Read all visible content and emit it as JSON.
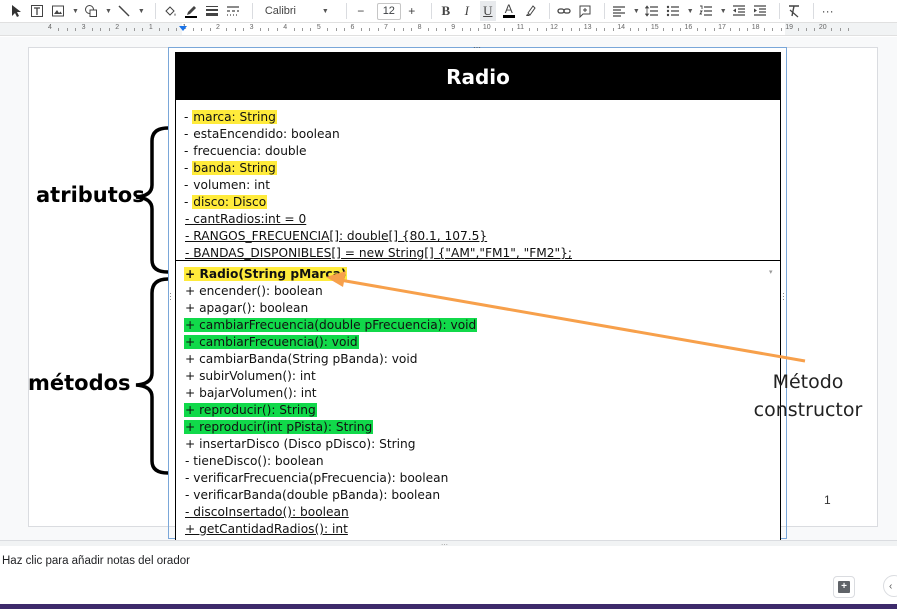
{
  "toolbar": {
    "font_name": "Calibri",
    "font_size": "12",
    "minus": "−",
    "plus": "+",
    "bold": "B",
    "italic": "I",
    "underline": "U",
    "text_color": "A",
    "more": "···",
    "icons": [
      "select-arrow-icon",
      "textbox-icon",
      "image-icon",
      "shape-icon",
      "line-icon",
      "fill-color-icon",
      "border-color-icon",
      "border-weight-icon",
      "border-dash-icon",
      "highlight-icon",
      "link-icon",
      "comment-icon",
      "align-icon",
      "line-spacing-icon",
      "bulleted-list-icon",
      "numbered-list-icon",
      "indent-decrease-icon",
      "indent-increase-icon",
      "clear-format-icon"
    ]
  },
  "ruler": {
    "numbers": [
      "4",
      "3",
      "2",
      "1",
      "1",
      "2",
      "3",
      "4",
      "5",
      "6",
      "7",
      "8",
      "9",
      "10",
      "11",
      "12",
      "13",
      "14",
      "15",
      "16",
      "17",
      "18",
      "19",
      "20"
    ]
  },
  "slide": {
    "uml_title": "Radio",
    "attributes": [
      {
        "prefix": "- ",
        "text": "marca: String",
        "highlight": "yellow"
      },
      {
        "prefix": "- ",
        "text": "estaEncendido: boolean",
        "highlight": "none"
      },
      {
        "prefix": "- ",
        "text": "frecuencia: double",
        "highlight": "none"
      },
      {
        "prefix": "- ",
        "text": "banda: String",
        "highlight": "yellow"
      },
      {
        "prefix": "- ",
        "text": "volumen: int",
        "highlight": "none"
      },
      {
        "prefix": "- ",
        "text": "disco: Disco",
        "highlight": "yellow"
      },
      {
        "prefix": "",
        "text": "- cantRadios:int = 0",
        "highlight": "none",
        "underline": true
      },
      {
        "prefix": "",
        "text": "- RANGOS_FRECUENCIA[]: double[] {80.1, 107.5}",
        "highlight": "none",
        "underline": true
      },
      {
        "prefix": "",
        "text": "- BANDAS_DISPONIBLES[] = new String[] {\"AM\",\"FM1\", \"FM2\"};",
        "highlight": "none",
        "underline": true
      }
    ],
    "methods": [
      {
        "text": "+ Radio(String pMarca)",
        "highlight": "yellow",
        "bold": true
      },
      {
        "text": "+ encender(): boolean",
        "highlight": "none"
      },
      {
        "text": "+ apagar(): boolean",
        "highlight": "none"
      },
      {
        "text": "+ cambiarFrecuencia(double pFrecuencia): void",
        "highlight": "green"
      },
      {
        "text": "+ cambiarFrecuencia(): void",
        "highlight": "green"
      },
      {
        "text": "+ cambiarBanda(String pBanda): void",
        "highlight": "none"
      },
      {
        "text": "+ subirVolumen(): int",
        "highlight": "none"
      },
      {
        "text": "+ bajarVolumen(): int",
        "highlight": "none"
      },
      {
        "text": "+ reproducir(): String",
        "highlight": "green"
      },
      {
        "text": "+ reproducir(int pPista): String",
        "highlight": "green"
      },
      {
        "text": "+ insertarDisco (Disco pDisco): String",
        "highlight": "none"
      },
      {
        "text": "- tieneDisco(): boolean",
        "highlight": "none"
      },
      {
        "text": "- verificarFrecuencia(pFrecuencia): boolean",
        "highlight": "none"
      },
      {
        "text": "- verificarBanda(double pBanda): boolean",
        "highlight": "none"
      },
      {
        "text": "- discoInsertado(): boolean",
        "highlight": "none",
        "underline": true
      },
      {
        "text": "+ getCantidadRadios(): int",
        "highlight": "none",
        "underline": true
      }
    ],
    "label_attributes": "atributos",
    "label_methods": "métodos",
    "annotation_line1": "Método",
    "annotation_line2": "constructor",
    "page_number": "1",
    "colors": {
      "yellow_highlight": "#ffeb3b",
      "green_highlight": "#11d94a",
      "arrow": "#f7a04b",
      "header_bg": "#000000"
    }
  },
  "notes": {
    "placeholder": "Haz clic para añadir notas del orador"
  }
}
